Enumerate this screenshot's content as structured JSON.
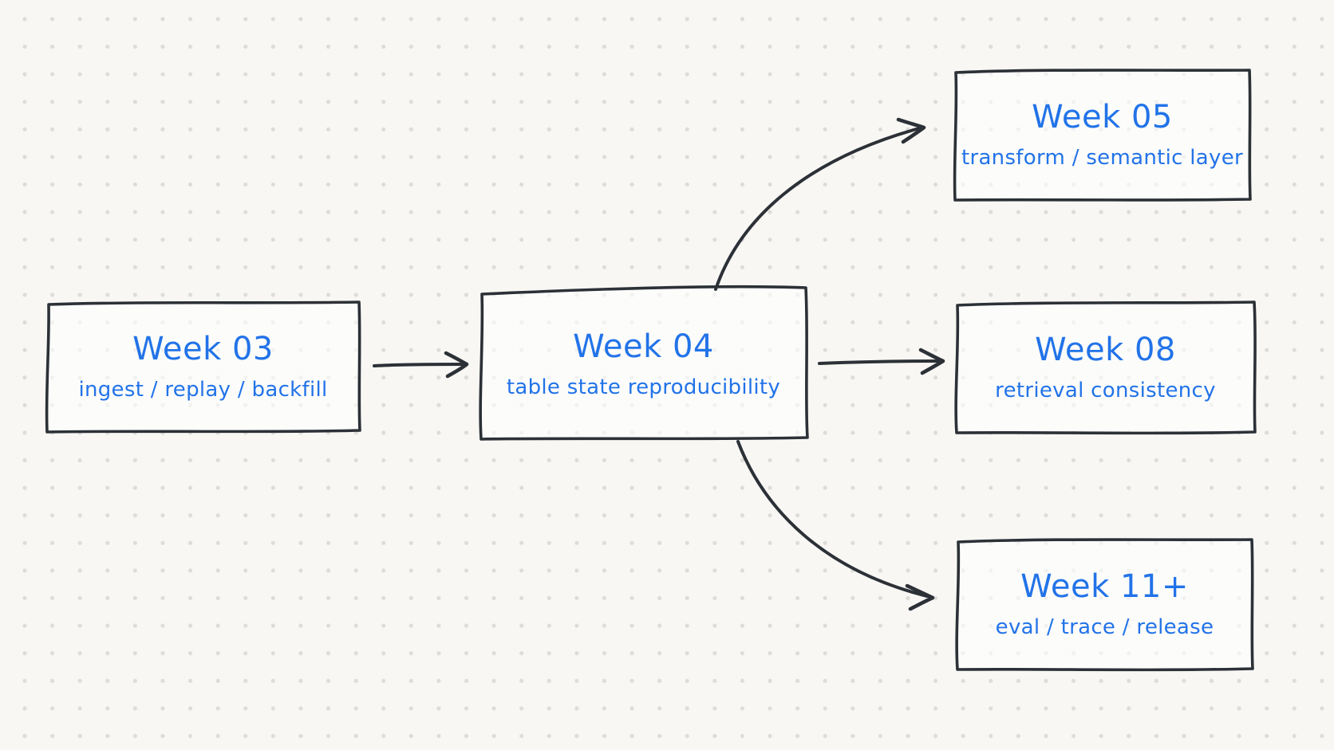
{
  "palette": {
    "background": "#f8f7f4",
    "dot": "#dcdcd9",
    "stroke": "#2c3137",
    "text_blue": "#2273e8"
  },
  "nodes": [
    {
      "id": "week03",
      "title": "Week 03",
      "subtitle": "ingest / replay / backfill"
    },
    {
      "id": "week04",
      "title": "Week 04",
      "subtitle": "table state reproducibility"
    },
    {
      "id": "week05",
      "title": "Week 05",
      "subtitle": "transform / semantic layer"
    },
    {
      "id": "week08",
      "title": "Week 08",
      "subtitle": "retrieval consistency"
    },
    {
      "id": "week11plus",
      "title": "Week 11+",
      "subtitle": "eval / trace / release"
    }
  ],
  "edges": [
    {
      "from": "week03",
      "to": "week04"
    },
    {
      "from": "week04",
      "to": "week05"
    },
    {
      "from": "week04",
      "to": "week08"
    },
    {
      "from": "week04",
      "to": "week11plus"
    }
  ]
}
